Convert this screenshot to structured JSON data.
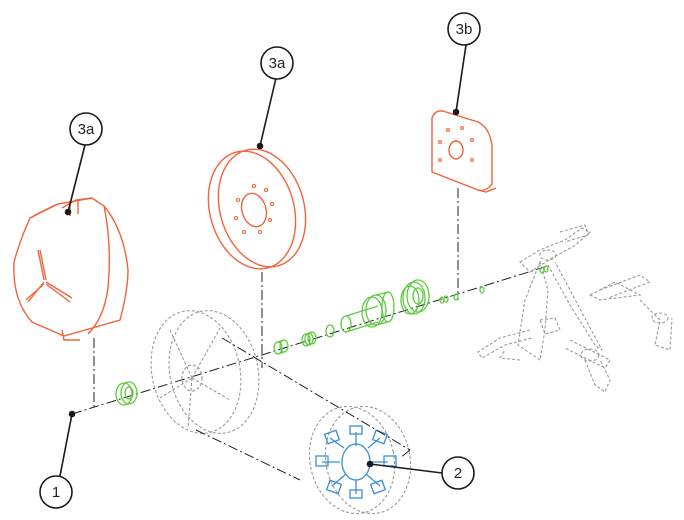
{
  "diagram": {
    "callouts": [
      {
        "id": "c1",
        "label": "1"
      },
      {
        "id": "c2",
        "label": "2"
      },
      {
        "id": "c3a_left",
        "label": "3a"
      },
      {
        "id": "c3a_mid",
        "label": "3a"
      },
      {
        "id": "c3b",
        "label": "3b"
      }
    ],
    "colors": {
      "highlight_parts": "#f0643c",
      "bearing_parts": "#5ccb3c",
      "hub_part": "#3a8fd8",
      "ghost_parts": "#9a9a9a",
      "leader_lines": "#1a1a1a"
    }
  }
}
